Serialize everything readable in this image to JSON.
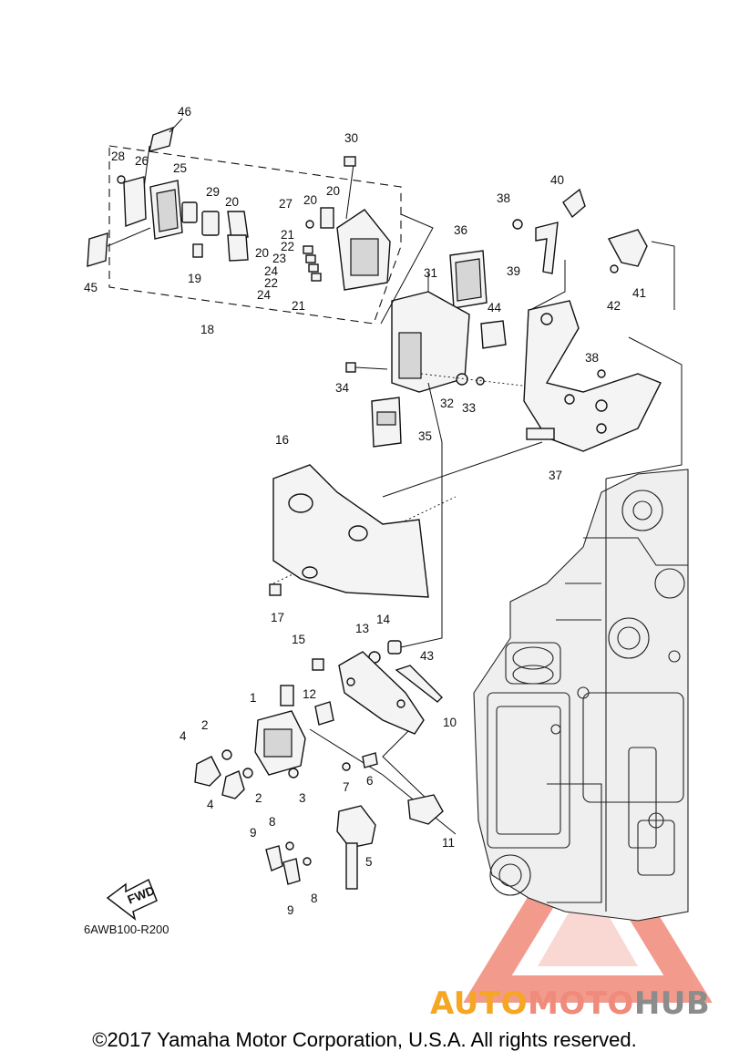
{
  "diagram": {
    "code": "6AWB100-R200",
    "fwd_label": "FWD",
    "copyright": "©2017 Yamaha Motor Corporation, U.S.A. All rights reserved.",
    "watermark": {
      "part1": "AUTO",
      "part2": "MOTO",
      "part3": "HUB",
      "color_part1": "#f5a623",
      "color_part2": "#f08a7a",
      "color_part3": "#8c8c8c"
    },
    "callouts": [
      {
        "id": "c46",
        "text": "46"
      },
      {
        "id": "c28",
        "text": "28"
      },
      {
        "id": "c26",
        "text": "26"
      },
      {
        "id": "c25",
        "text": "25"
      },
      {
        "id": "c29",
        "text": "29"
      },
      {
        "id": "c20a",
        "text": "20"
      },
      {
        "id": "c20b",
        "text": "20"
      },
      {
        "id": "c20c",
        "text": "20"
      },
      {
        "id": "c20d",
        "text": "20"
      },
      {
        "id": "c27",
        "text": "27"
      },
      {
        "id": "c30",
        "text": "30"
      },
      {
        "id": "c21a",
        "text": "21"
      },
      {
        "id": "c22a",
        "text": "22"
      },
      {
        "id": "c23",
        "text": "23"
      },
      {
        "id": "c24a",
        "text": "24"
      },
      {
        "id": "c22b",
        "text": "22"
      },
      {
        "id": "c24b",
        "text": "24"
      },
      {
        "id": "c21b",
        "text": "21"
      },
      {
        "id": "c19",
        "text": "19"
      },
      {
        "id": "c45",
        "text": "45"
      },
      {
        "id": "c18",
        "text": "18"
      },
      {
        "id": "c36",
        "text": "36"
      },
      {
        "id": "c31",
        "text": "31"
      },
      {
        "id": "c44",
        "text": "44"
      },
      {
        "id": "c38a",
        "text": "38"
      },
      {
        "id": "c40",
        "text": "40"
      },
      {
        "id": "c39",
        "text": "39"
      },
      {
        "id": "c42",
        "text": "42"
      },
      {
        "id": "c41",
        "text": "41"
      },
      {
        "id": "c34",
        "text": "34"
      },
      {
        "id": "c32",
        "text": "32"
      },
      {
        "id": "c33",
        "text": "33"
      },
      {
        "id": "c38b",
        "text": "38"
      },
      {
        "id": "c35",
        "text": "35"
      },
      {
        "id": "c16",
        "text": "16"
      },
      {
        "id": "c37",
        "text": "37"
      },
      {
        "id": "c17",
        "text": "17"
      },
      {
        "id": "c15",
        "text": "15"
      },
      {
        "id": "c13",
        "text": "13"
      },
      {
        "id": "c14",
        "text": "14"
      },
      {
        "id": "c43",
        "text": "43"
      },
      {
        "id": "c12",
        "text": "12"
      },
      {
        "id": "c1",
        "text": "1"
      },
      {
        "id": "c2a",
        "text": "2"
      },
      {
        "id": "c4a",
        "text": "4"
      },
      {
        "id": "c10",
        "text": "10"
      },
      {
        "id": "c6",
        "text": "6"
      },
      {
        "id": "c7",
        "text": "7"
      },
      {
        "id": "c3",
        "text": "3"
      },
      {
        "id": "c2b",
        "text": "2"
      },
      {
        "id": "c4b",
        "text": "4"
      },
      {
        "id": "c11",
        "text": "11"
      },
      {
        "id": "c8a",
        "text": "8"
      },
      {
        "id": "c9a",
        "text": "9"
      },
      {
        "id": "c5",
        "text": "5"
      },
      {
        "id": "c9b",
        "text": "9"
      },
      {
        "id": "c8b",
        "text": "8"
      }
    ]
  }
}
